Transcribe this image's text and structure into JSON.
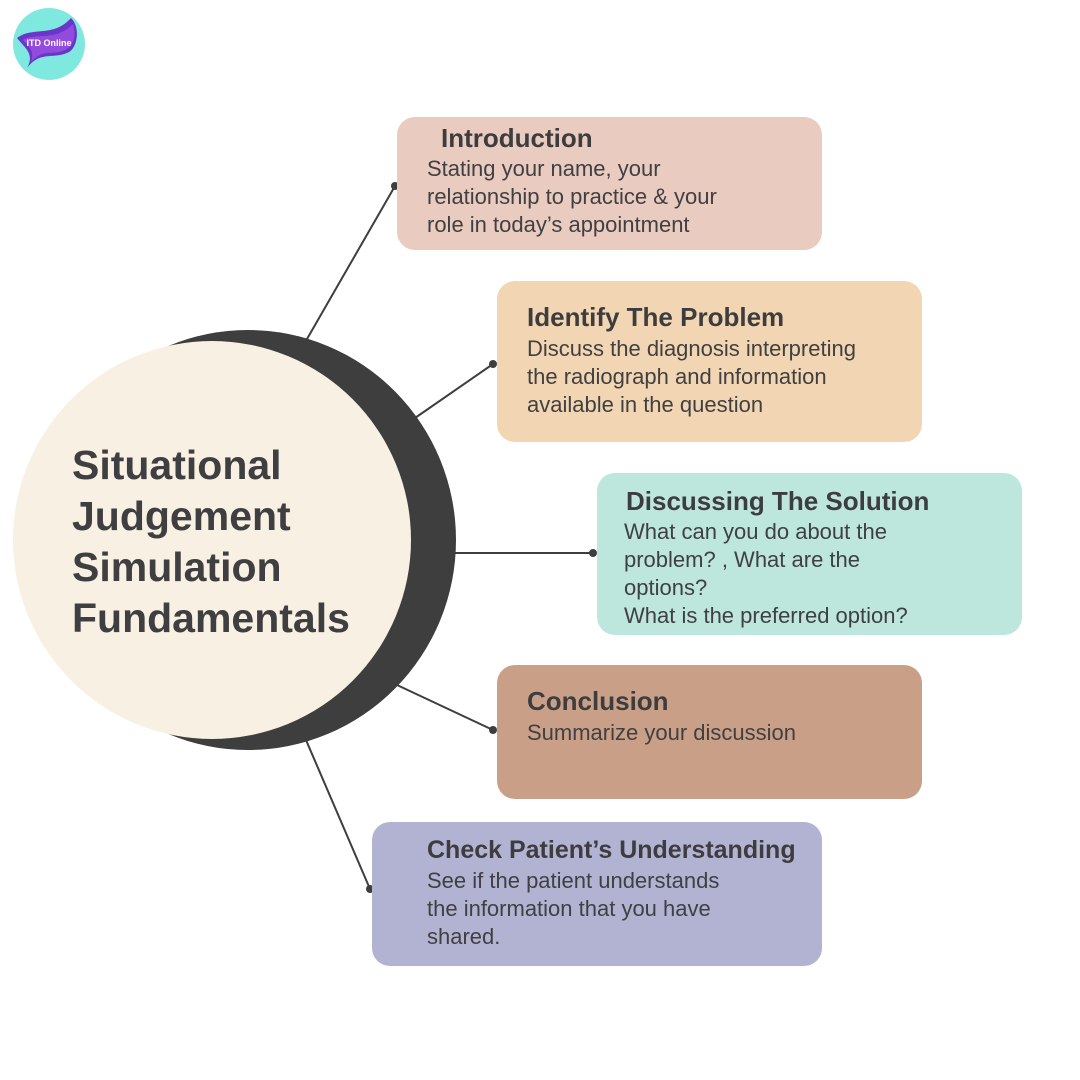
{
  "logo": {
    "text": "ITD Online",
    "colors": {
      "ring": "#7fe9df",
      "ribbon": "#7b3fd6"
    }
  },
  "center": {
    "title_lines": [
      "Situational",
      "Judgement",
      "Simulation",
      "Fundamentals"
    ],
    "colors": {
      "fill": "#f8f0e3",
      "shadow": "#3e3e3e"
    }
  },
  "steps": [
    {
      "title": "Introduction",
      "lines": [
        "Stating your name, your",
        "relationship to practice & your",
        "role in today’s appointment"
      ],
      "color": "#e9cbc0"
    },
    {
      "title": "Identify The Problem",
      "lines": [
        "Discuss  the diagnosis interpreting",
        "the  radiograph and information",
        "available in the question"
      ],
      "color": "#f2d6b3"
    },
    {
      "title": "Discussing The Solution",
      "lines": [
        "What can you do about the",
        "problem? , What are the",
        "options?",
        "What is the preferred option?"
      ],
      "color": "#bde6dc"
    },
    {
      "title": "Conclusion",
      "lines": [
        "Summarize your discussion"
      ],
      "color": "#c9a087"
    },
    {
      "title": "Check Patient’s Understanding",
      "lines": [
        "See if the patient understands",
        "the information that you have",
        "shared."
      ],
      "color": "#b2b2d3"
    }
  ]
}
